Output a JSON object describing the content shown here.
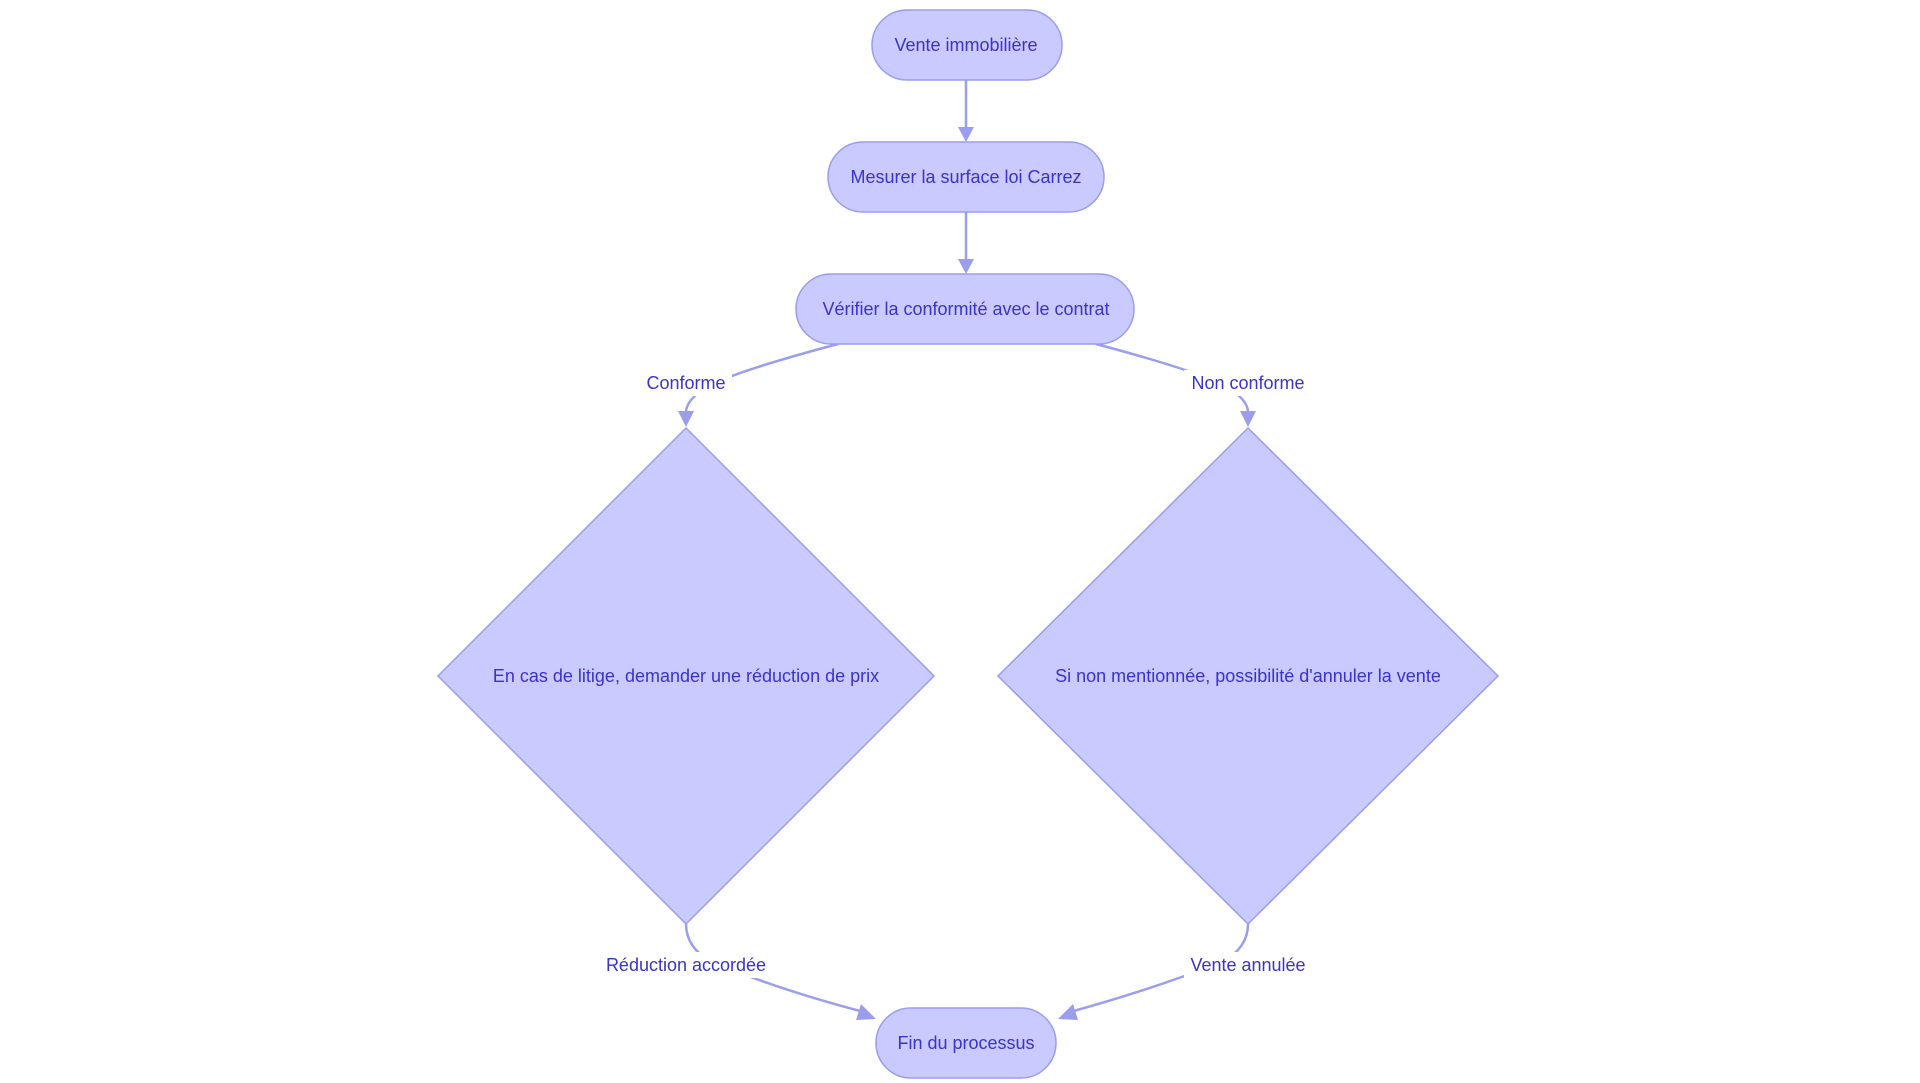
{
  "colors": {
    "node_fill": "#c9caff",
    "node_stroke": "#9a9cf0",
    "edge": "#9b9ded",
    "text": "#3a33c8",
    "background": "#ffffff"
  },
  "nodes": {
    "start": "Vente immobilière",
    "measure": "Mesurer la surface loi Carrez",
    "verify": "Vérifier la conformité avec le contrat",
    "dispute": "En cas de litige, demander une réduction de prix",
    "cancel": "Si non mentionnée, possibilité d'annuler la vente",
    "end": "Fin du processus"
  },
  "edges": {
    "conforme": "Conforme",
    "non_conforme": "Non conforme",
    "reduction": "Réduction accordée",
    "annulee": "Vente annulée"
  }
}
